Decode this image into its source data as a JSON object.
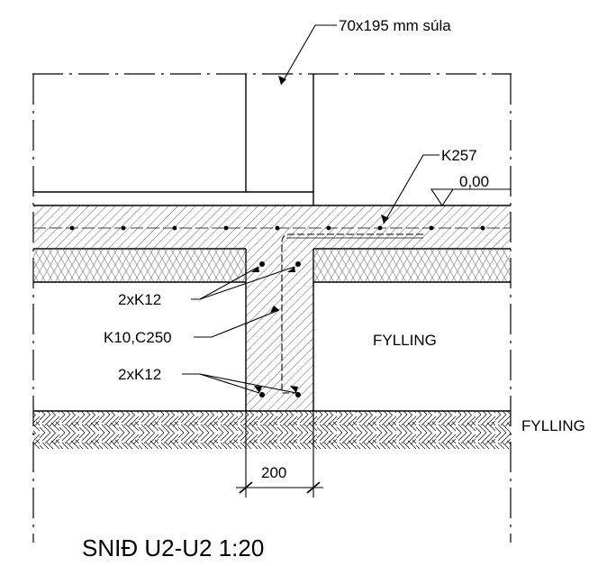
{
  "labels": {
    "post": "70x195 mm súla",
    "mesh": "K257",
    "level": "0,00",
    "top_bars": "2xK12",
    "stirrups": "K10,C250",
    "bottom_bars": "2xK12",
    "fill_right": "FYLLING",
    "fill_ground": "FYLLING",
    "width_dim": "200",
    "section_title": "SNIÐ U2-U2 1:20"
  }
}
